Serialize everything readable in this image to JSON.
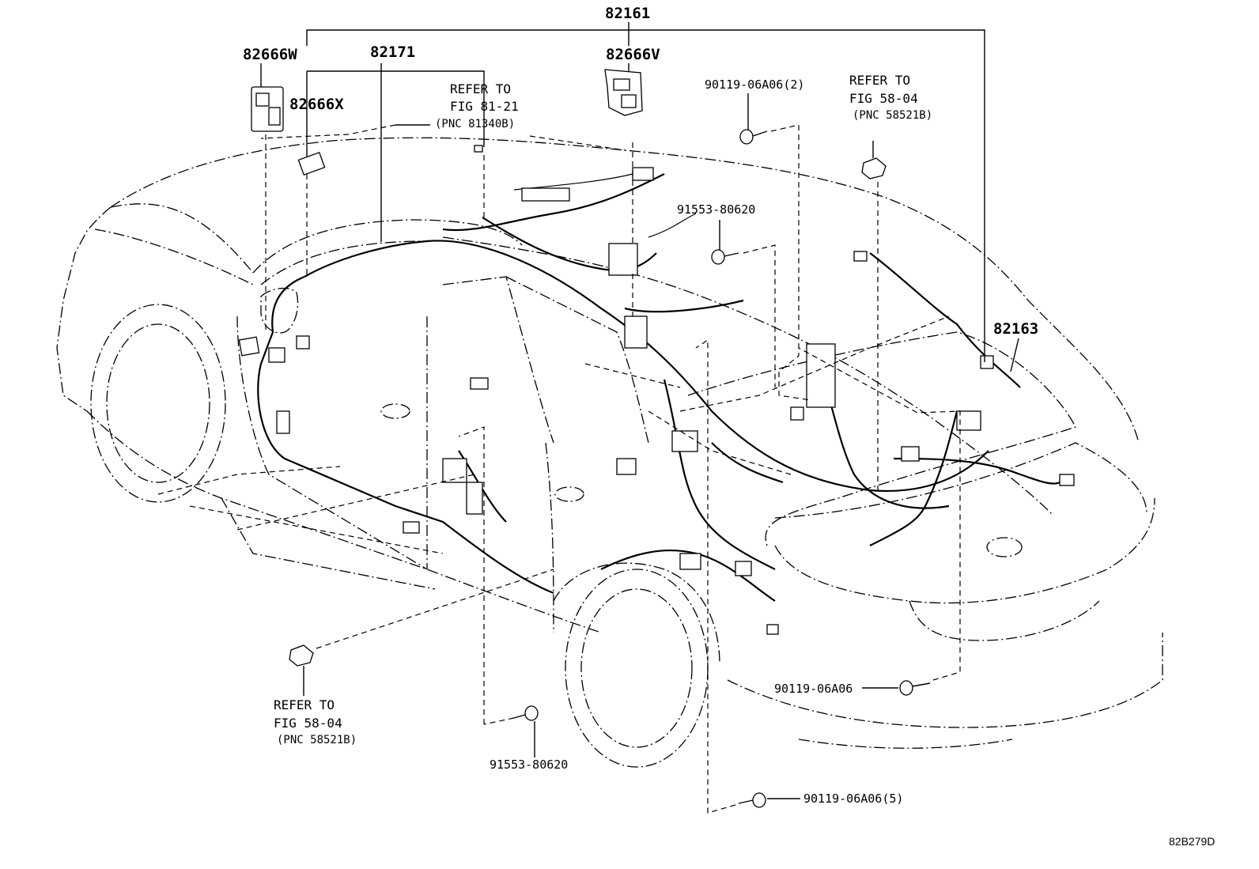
{
  "labels": {
    "p82161": "82161",
    "p82666W": "82666W",
    "p82171": "82171",
    "p82666V": "82666V",
    "p82666X": "82666X",
    "p82163": "82163",
    "p90119_2": "90119-06A06(2)",
    "p91553_top": "91553-80620",
    "p91553_bottom": "91553-80620",
    "p90119_single": "90119-06A06",
    "p90119_5": "90119-06A06(5)"
  },
  "refers": {
    "fig81": {
      "line1": "REFER TO",
      "line2": "FIG 81-21",
      "line3": "(PNC 81340B)"
    },
    "fig58_top": {
      "line1": "REFER TO",
      "line2": "FIG 58-04",
      "line3": "(PNC 58521B)"
    },
    "fig58_bottom": {
      "line1": "REFER TO",
      "line2": "FIG 58-04",
      "line3": "(PNC 58521B)"
    }
  },
  "diagram_code": "82B279D"
}
